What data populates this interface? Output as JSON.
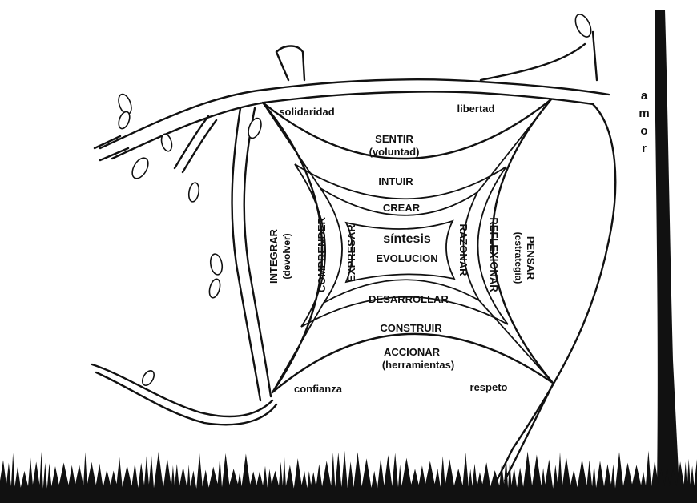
{
  "corners": {
    "top_left": "solidaridad",
    "top_right": "libertad",
    "bottom_left": "confianza",
    "bottom_right": "respeto"
  },
  "outer": {
    "top": "SENTIR",
    "top_sub": "(voluntad)",
    "bottom": "ACCIONAR",
    "bottom_sub": "(herramientas)",
    "left": "INTEGRAR",
    "left_sub": "(devolver)",
    "right": "PENSAR",
    "right_sub": "(estrategia)"
  },
  "middle": {
    "top": "INTUIR",
    "bottom": "CONSTRUIR",
    "left": "COMPRENDER",
    "right": "REFLEXIONAR"
  },
  "inner": {
    "top": "CREAR",
    "bottom": "DESARROLLAR",
    "left": "EXPRESAR",
    "right": "RAZONAR"
  },
  "center": {
    "line1": "síntesis",
    "line2": "EVOLUCION"
  },
  "side_word": [
    "a",
    "m",
    "o",
    "r"
  ]
}
